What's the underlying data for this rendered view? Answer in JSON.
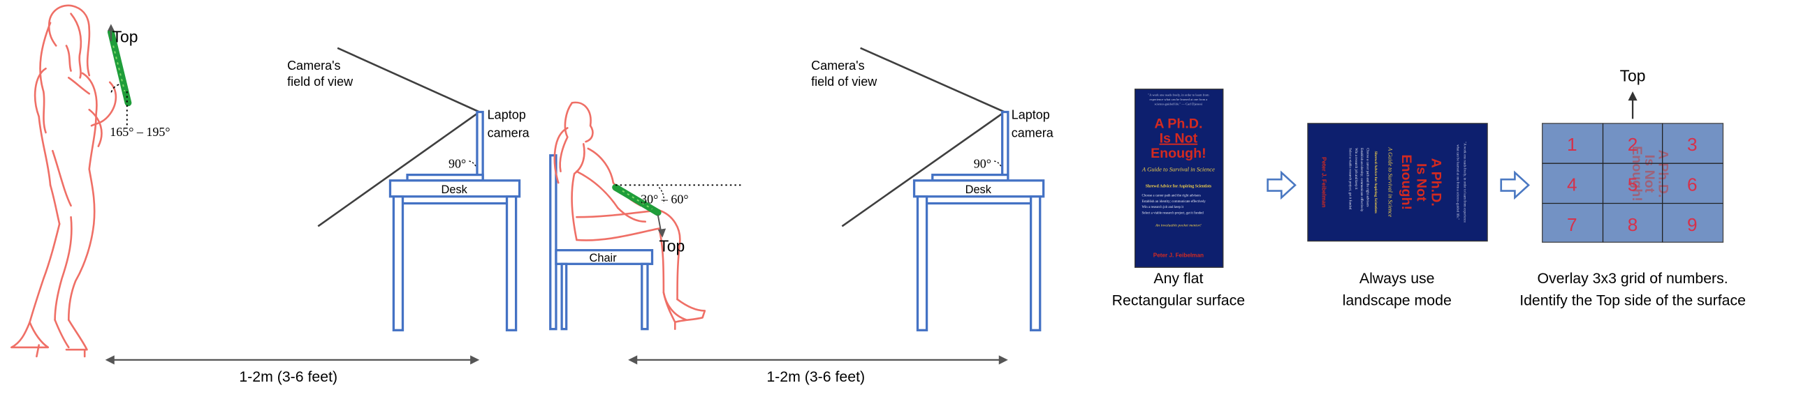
{
  "colors": {
    "person_outline": "#ef6f66",
    "furniture_outline": "#4472c4",
    "phone_green": "#1f9d3a",
    "book_cover": "#0d1f6e",
    "book_title_red": "#d42a20",
    "grid_number_red": "#d6314a",
    "grid_overlay": "#6f8fc0",
    "arrow_outline": "#4a78c2"
  },
  "icons": [
    "standing-person",
    "phone",
    "laptop",
    "desk",
    "chair",
    "seated-person",
    "book-cover",
    "right-arrow",
    "up-arrow"
  ],
  "panel_standing": {
    "top_label": "Top",
    "angle_label": "165° – 195°"
  },
  "panel_seated": {
    "camera_fov_line1": "Camera's",
    "camera_fov_line2": "field of view",
    "laptop_line1": "Laptop",
    "laptop_line2": "camera",
    "angle_90": "90°",
    "desk_label": "Desk",
    "chair_label": "Chair",
    "tilt_angle": "30° – 60°",
    "top_label": "Top",
    "distance_left": "1-2m (3-6 feet)",
    "distance_right": "1-2m (3-6 feet)"
  },
  "panel_empty": {
    "camera_fov_line1": "Camera's",
    "camera_fov_line2": "field of view",
    "laptop_line1": "Laptop",
    "laptop_line2": "camera",
    "angle_90": "90°",
    "desk_label": "Desk"
  },
  "book": {
    "quote": "\"A work one reads freely, in order to learn from experience what can be learned at one from a science-guided life.\" — Carl Djerassi",
    "title_line1": "A Ph.D.",
    "title_line2": "Is Not",
    "title_line3": "Enough!",
    "subtitle": "A Guide to Survival in Science",
    "advice_heading": "Shrewd Advice for Aspiring Scientists",
    "bullets": [
      "Choose a career path and the right advisers",
      "Establish an identity; communicate effectively",
      "Win a research job and keep it",
      "Select a viable research project, get it funded"
    ],
    "tagline": "An invaluable pocket mentor!",
    "author": "Peter J. Feibelman"
  },
  "steps": [
    {
      "line1": "Any flat",
      "line2": "Rectangular surface"
    },
    {
      "line1": "Always use",
      "line2": "landscape mode"
    },
    {
      "line1": "Overlay 3x3 grid of numbers.",
      "line2": "Identify the Top side of the surface"
    }
  ],
  "grid": {
    "top_label": "Top",
    "numbers": [
      "1",
      "2",
      "3",
      "4",
      "5",
      "6",
      "7",
      "8",
      "9"
    ]
  }
}
